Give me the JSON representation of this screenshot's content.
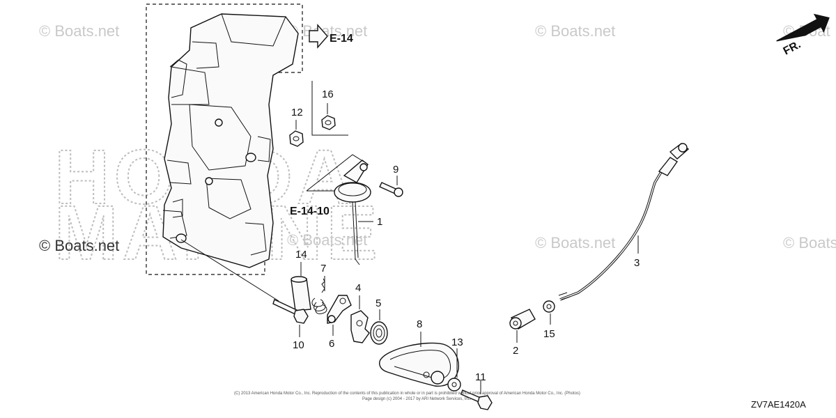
{
  "watermarks": [
    "© Boats.net",
    "© Boats.net",
    "© Boats.net",
    "© Boats.net",
    "© Boats.net",
    "© Boats.net",
    "© Boats.net",
    "© Boat"
  ],
  "ghost_logo": [
    "HONDA",
    "MARINE"
  ],
  "refs": {
    "e14": "E-14",
    "e1410": "E-14-10"
  },
  "fr_arrow": "FR.",
  "callouts": [
    "1",
    "2",
    "3",
    "4",
    "5",
    "6",
    "7",
    "8",
    "9",
    "10",
    "11",
    "12",
    "13",
    "14",
    "15",
    "16"
  ],
  "copyright": "(C) 2013 American Honda Motor Co., Inc. Reproduction of the contents of this publication in whole or in part is prohibited without prior approval of American Honda Motor Co., Inc. (Photos)",
  "page_design": "Page design (c) 2004 - 2017 by ARI Network Services, Inc.",
  "diagram_code": "ZV7AE1420A"
}
